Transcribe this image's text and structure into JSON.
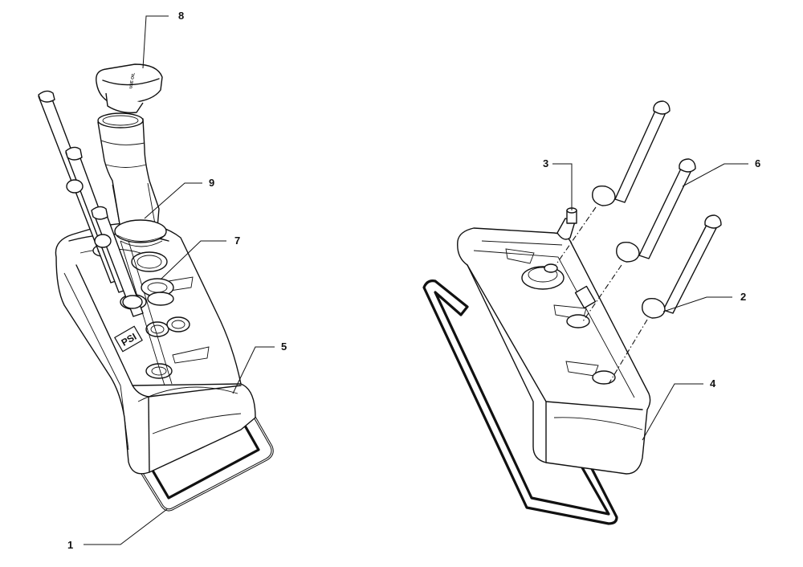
{
  "callouts": {
    "c1": "1",
    "c2": "2",
    "c3": "3",
    "c4": "4",
    "c5": "5",
    "c6": "6",
    "c7": "7",
    "c8": "8",
    "c9": "9"
  },
  "cover_logo": "PSI",
  "cap_text": "USE OIL"
}
